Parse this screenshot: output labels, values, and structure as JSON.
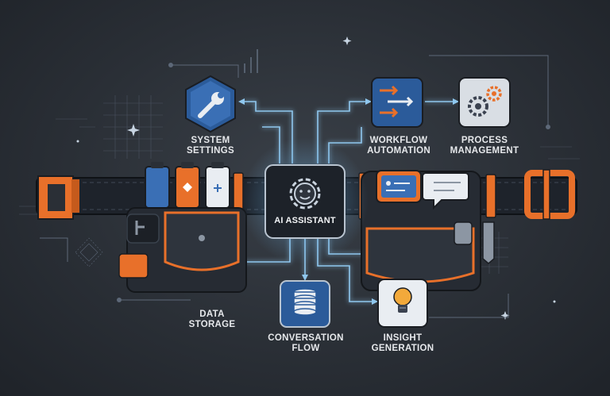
{
  "hub": {
    "label": "AI ASSISTANT",
    "icon": "gear-face-icon"
  },
  "nodes": {
    "system_settings": {
      "line1": "SYSTEM",
      "line2": "SETTINGS",
      "icon": "wrench-icon"
    },
    "workflow_automation": {
      "line1": "WORKFLOW",
      "line2": "AUTOMATION",
      "icon": "arrows-icon"
    },
    "process_management": {
      "line1": "PROCESS",
      "line2": "MANAGEMENT",
      "icon": "gears-icon"
    },
    "data_storage": {
      "line1": "DATA",
      "line2": "STORAGE",
      "icon": "battery-pack-icon"
    },
    "conversation_flow": {
      "line1": "CONVERSATION",
      "line2": "FLOW",
      "icon": "database-icon"
    },
    "insight_generation": {
      "line1": "INSIGHT",
      "line2": "GENERATION",
      "icon": "lightbulb-icon"
    }
  },
  "colors": {
    "background": "#2a2f36",
    "belt": "#1e232b",
    "accent_orange": "#e8702a",
    "accent_blue": "#3a6fb5",
    "line_glow": "#8fc7ee"
  }
}
